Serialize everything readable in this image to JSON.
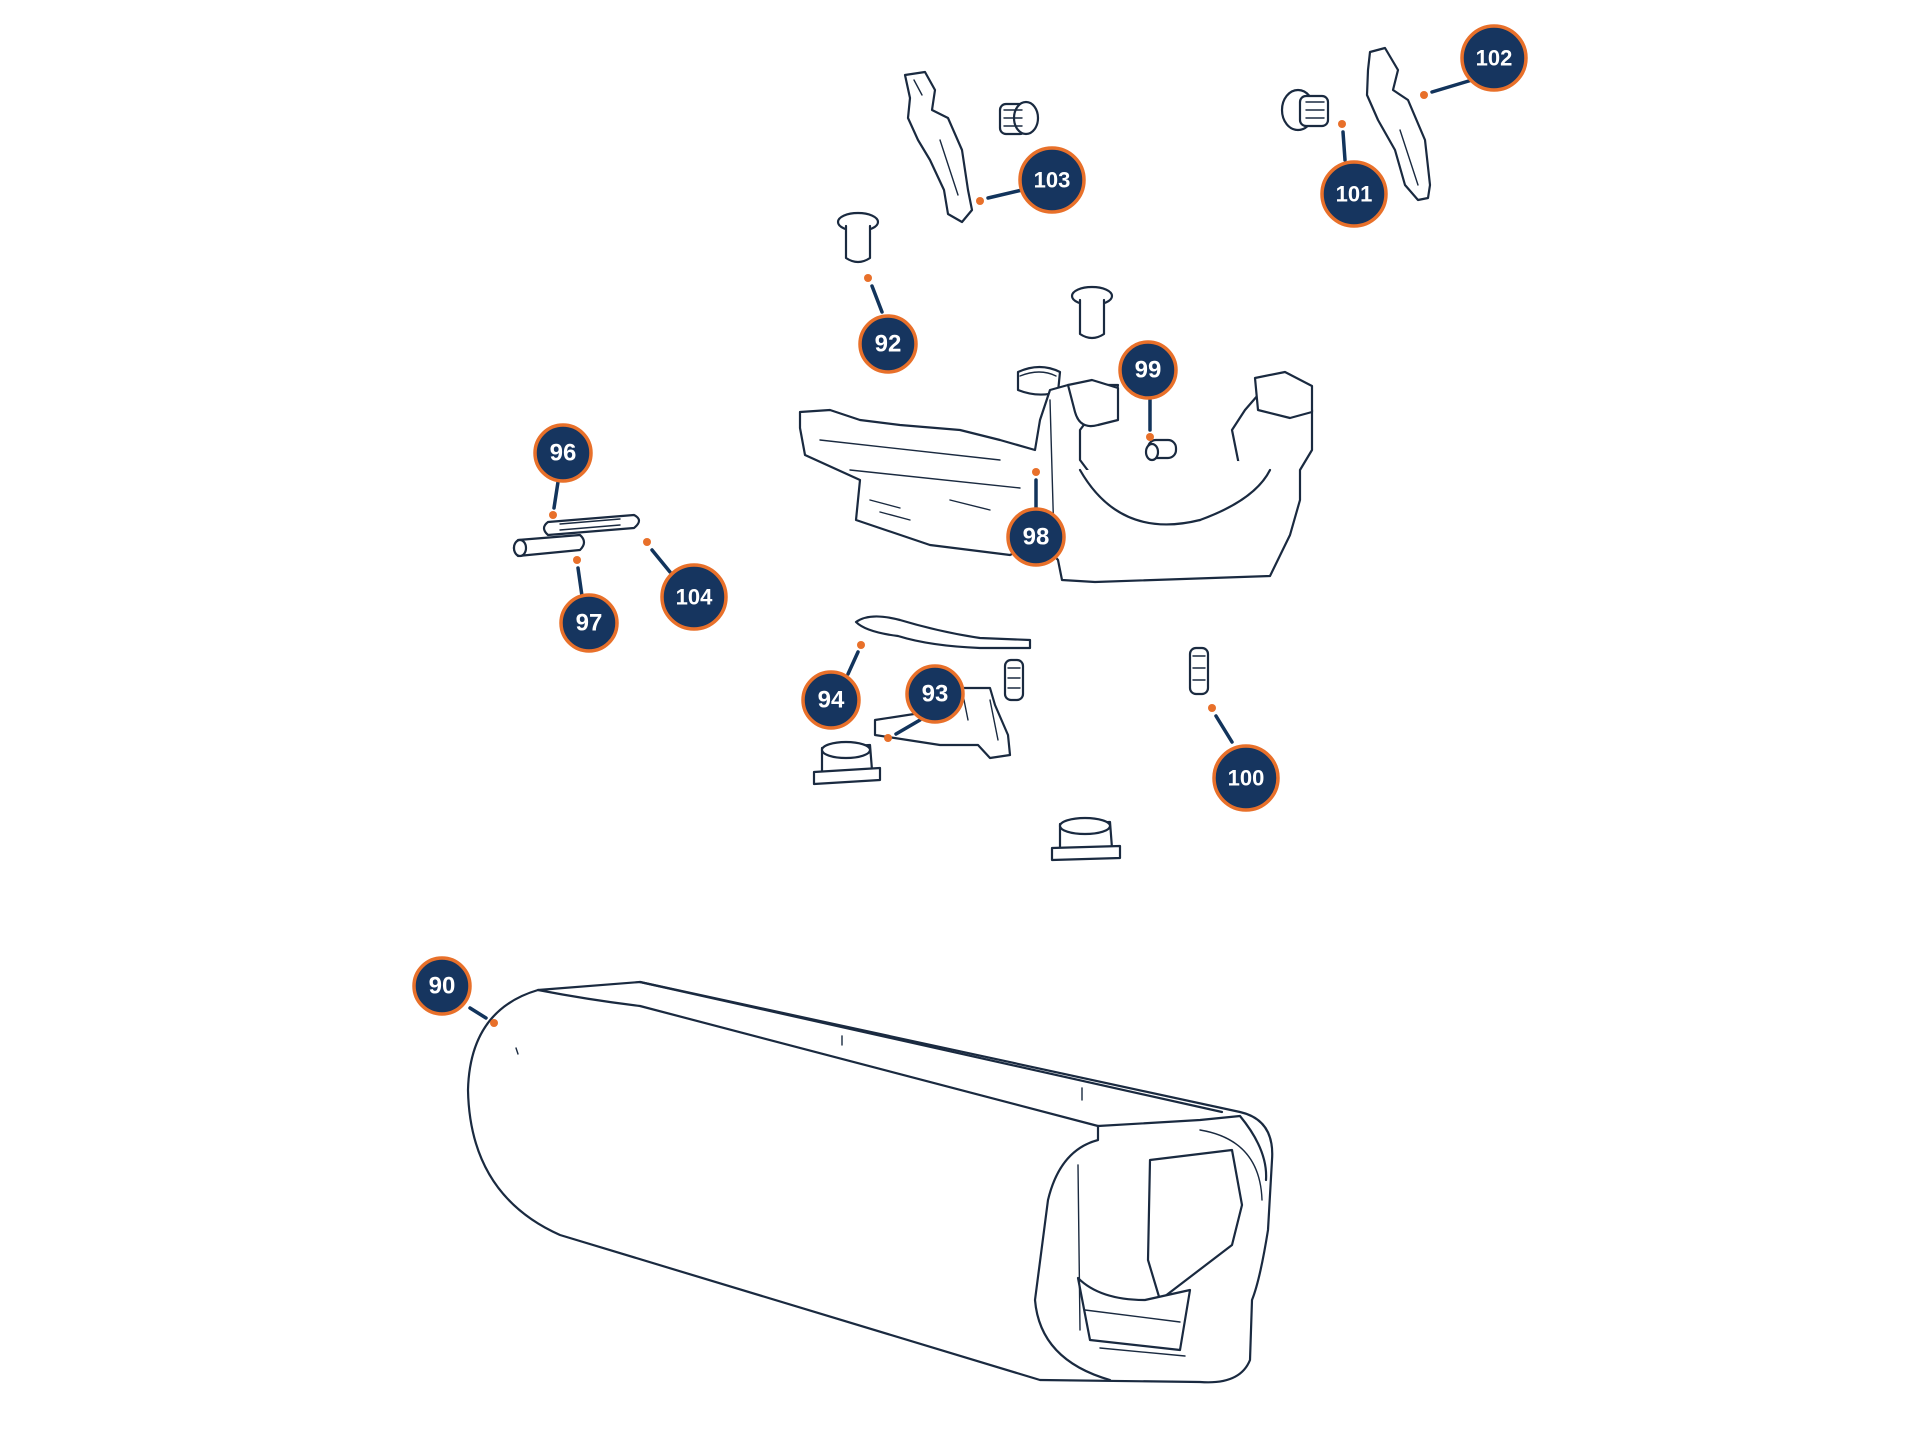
{
  "diagram": {
    "callouts": [
      {
        "id": "c102",
        "label": "102"
      },
      {
        "id": "c103",
        "label": "103"
      },
      {
        "id": "c101",
        "label": "101"
      },
      {
        "id": "c92",
        "label": "92"
      },
      {
        "id": "c99",
        "label": "99"
      },
      {
        "id": "c96",
        "label": "96"
      },
      {
        "id": "c98",
        "label": "98"
      },
      {
        "id": "c104",
        "label": "104"
      },
      {
        "id": "c97",
        "label": "97"
      },
      {
        "id": "c94",
        "label": "94"
      },
      {
        "id": "c93",
        "label": "93"
      },
      {
        "id": "c100",
        "label": "100"
      },
      {
        "id": "c90",
        "label": "90"
      }
    ],
    "colors": {
      "callout_fill": "#16355f",
      "callout_ring": "#e8702a",
      "leader_line": "#12345c",
      "leader_dot": "#e8702a",
      "part_outline": "#1a2a40"
    }
  }
}
